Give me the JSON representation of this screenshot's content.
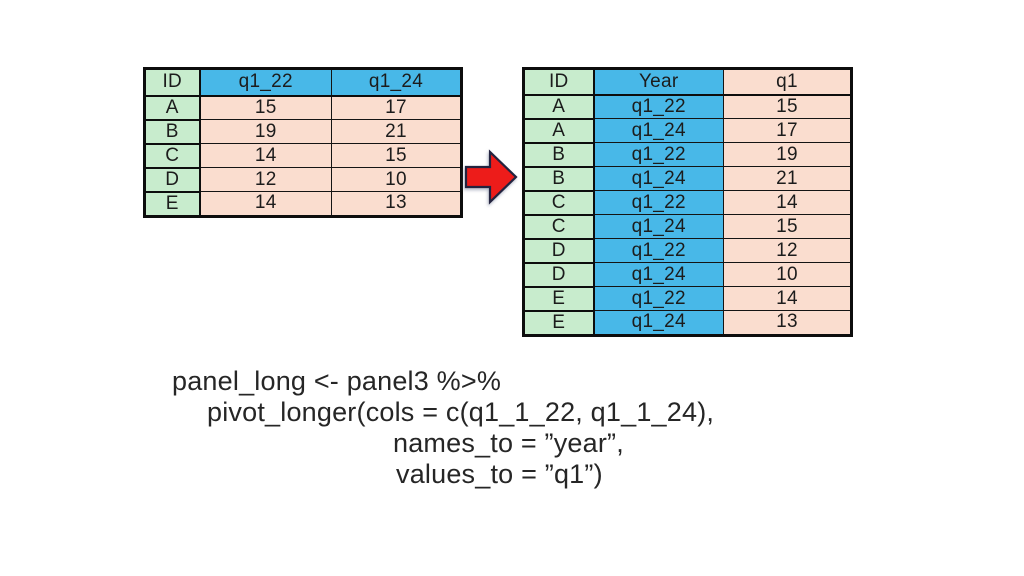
{
  "wide_table": {
    "columns": [
      "ID",
      "q1_22",
      "q1_24"
    ],
    "rows": [
      [
        "A",
        "15",
        "17"
      ],
      [
        "B",
        "19",
        "21"
      ],
      [
        "C",
        "14",
        "15"
      ],
      [
        "D",
        "12",
        "10"
      ],
      [
        "E",
        "14",
        "13"
      ]
    ]
  },
  "long_table": {
    "columns": [
      "ID",
      "Year",
      "q1"
    ],
    "rows": [
      [
        "A",
        "q1_22",
        "15"
      ],
      [
        "A",
        "q1_24",
        "17"
      ],
      [
        "B",
        "q1_22",
        "19"
      ],
      [
        "B",
        "q1_24",
        "21"
      ],
      [
        "C",
        "q1_22",
        "14"
      ],
      [
        "C",
        "q1_24",
        "15"
      ],
      [
        "D",
        "q1_22",
        "12"
      ],
      [
        "D",
        "q1_24",
        "10"
      ],
      [
        "E",
        "q1_22",
        "14"
      ],
      [
        "E",
        "q1_24",
        "13"
      ]
    ]
  },
  "transform_arrow": {
    "icon": "right-block-arrow",
    "color": "#ed1c1a"
  },
  "code": {
    "lines": [
      "panel_long <- panel3 %>%",
      "pivot_longer(cols = c(q1_1_22, q1_1_24),",
      "names_to = ”year”,",
      "values_to = ”q1”)"
    ]
  },
  "colors": {
    "id_column_green": "#c8eccd",
    "header_blue": "#48b8e8",
    "value_pink": "#faddcf",
    "arrow_red": "#ed1c1a",
    "table_border": "#0d0d0d",
    "code_text": "#262626"
  }
}
